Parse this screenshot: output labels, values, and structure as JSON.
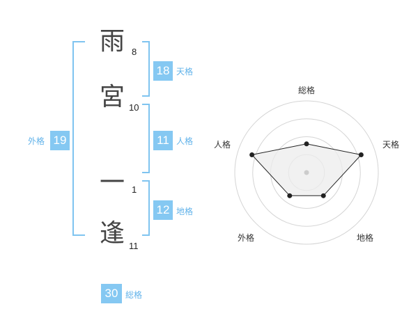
{
  "name": {
    "chars": [
      "雨",
      "宮",
      "一",
      "逢"
    ],
    "strokes": [
      "8",
      "10",
      "1",
      "11"
    ]
  },
  "kaku": {
    "tenkaku": {
      "value": "18",
      "label": "天格"
    },
    "jinkaku": {
      "value": "11",
      "label": "人格"
    },
    "chikaku": {
      "value": "12",
      "label": "地格"
    },
    "gaikaku": {
      "value": "19",
      "label": "外格"
    },
    "soukaku": {
      "value": "30",
      "label": "総格"
    }
  },
  "colors": {
    "accent": "#85c8f2",
    "label": "#62b3ea",
    "bracket": "#7fc4f0"
  },
  "chart_data": {
    "type": "radar",
    "axes": [
      "総格",
      "天格",
      "地格",
      "外格",
      "人格"
    ],
    "values": [
      2,
      4,
      2,
      2,
      4
    ],
    "rmax": 5,
    "rings": 4,
    "grid": true
  }
}
